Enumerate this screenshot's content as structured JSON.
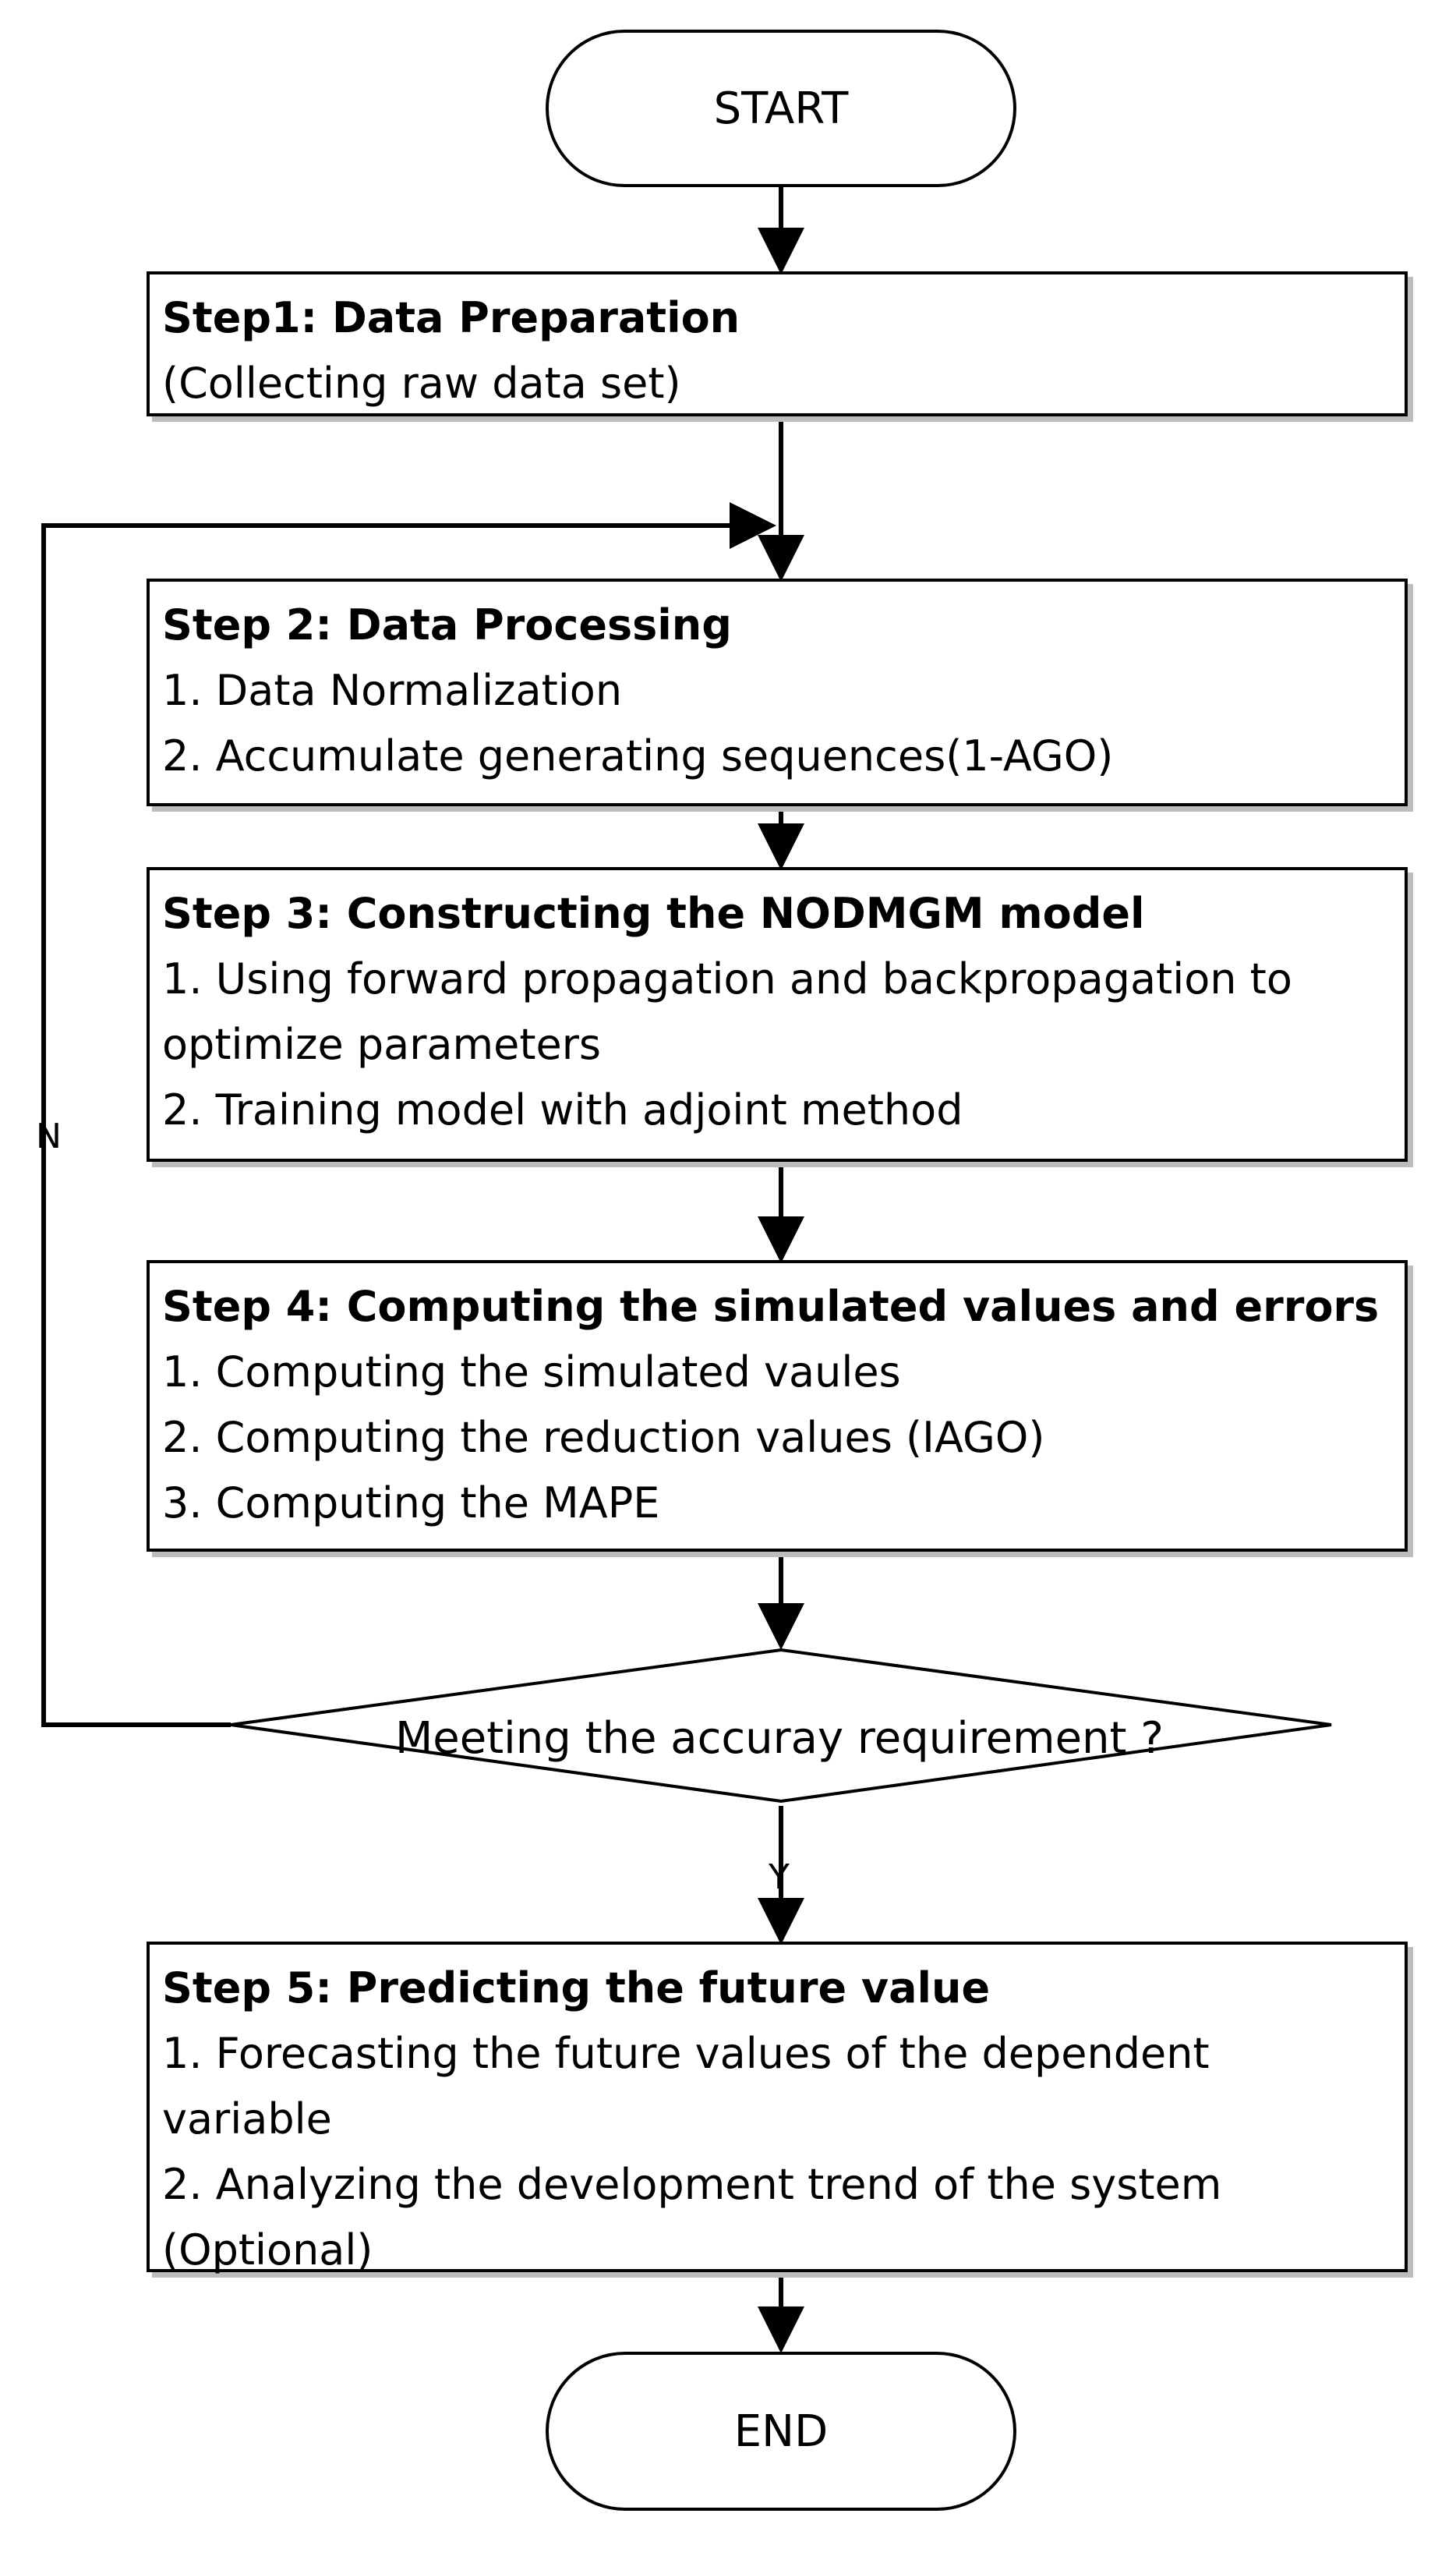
{
  "flowchart": {
    "start_label": "START",
    "end_label": "END",
    "steps": [
      {
        "title": "Step1: Data Preparation",
        "items": [
          "(Collecting raw data set)"
        ]
      },
      {
        "title": "Step 2: Data Processing",
        "items": [
          "1. Data Normalization",
          "2. Accumulate generating sequences(1-AGO)"
        ]
      },
      {
        "title": "Step 3: Constructing the NODMGM model",
        "items": [
          "1. Using forward propagation and backpropagation to",
          "optimize parameters",
          "2. Training model with  adjoint method"
        ]
      },
      {
        "title": "Step 4: Computing the simulated values and errors",
        "items": [
          "1. Computing the simulated vaules",
          "2. Computing the reduction values (IAGO)",
          "3. Computing the  MAPE"
        ]
      },
      {
        "title": "Step 5: Predicting the future value",
        "items": [
          "1. Forecasting the future values of the dependent",
          "variable",
          "2. Analyzing the development trend of the system",
          "(Optional)"
        ]
      }
    ],
    "decision": {
      "question": "Meeting the accuray requirement ?",
      "no_label": "N",
      "yes_label": "Y"
    }
  }
}
